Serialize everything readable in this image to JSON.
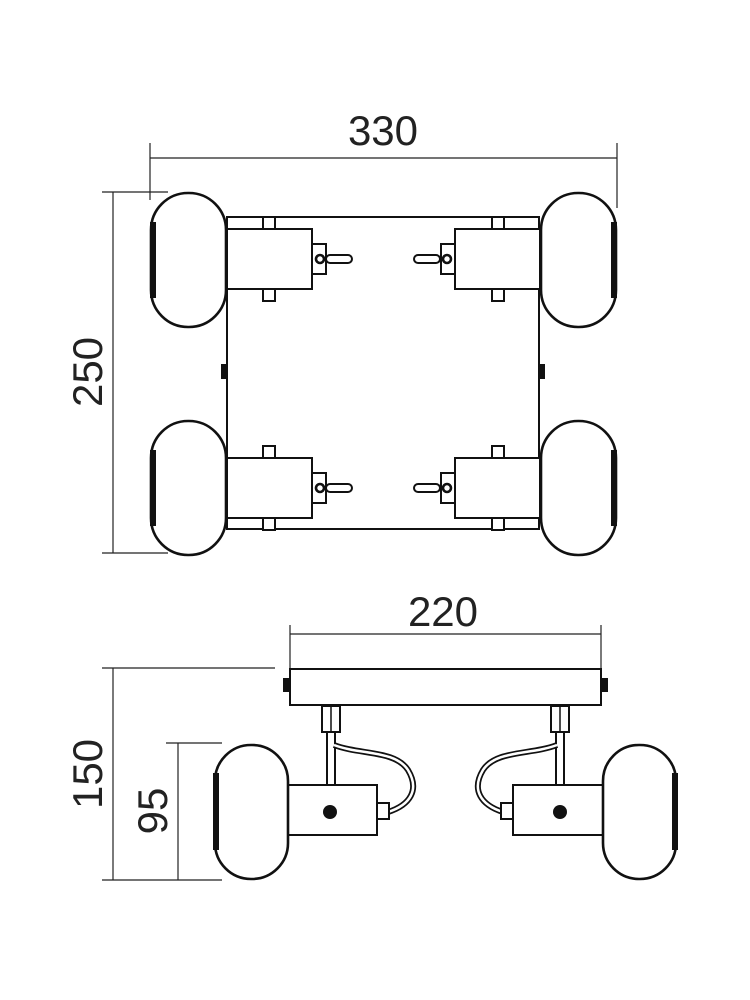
{
  "drawing": {
    "top_view": {
      "width_label": "330",
      "height_label": "250"
    },
    "side_view": {
      "width_label": "220",
      "height_label": "150",
      "spot_height_label": "95"
    }
  }
}
